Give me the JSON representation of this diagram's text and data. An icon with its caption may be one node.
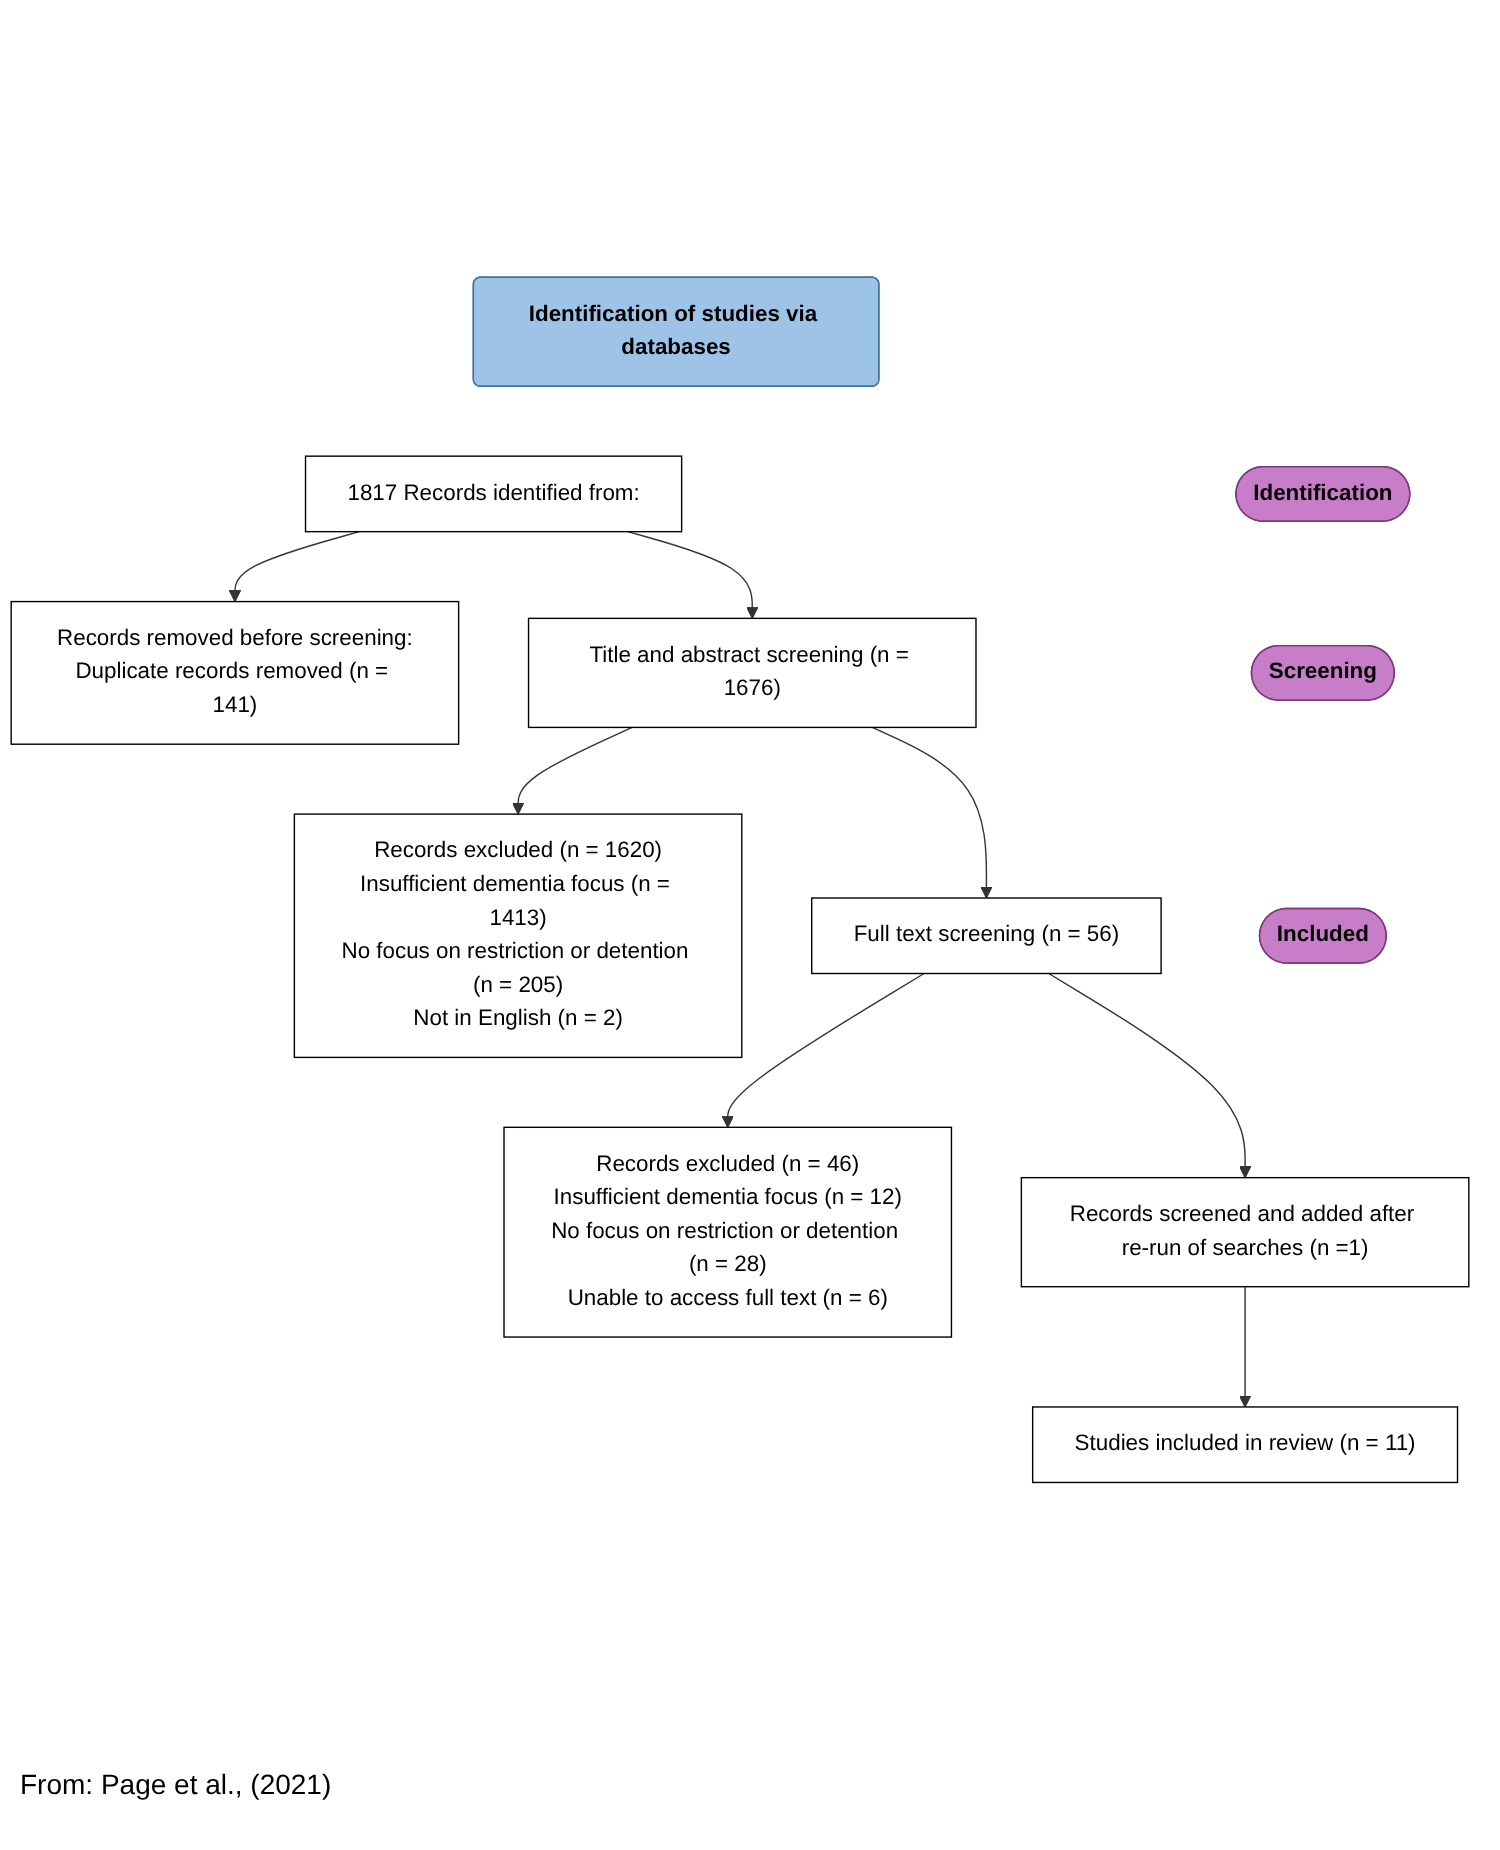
{
  "diagram": {
    "caption": "From: Page et al., (2021)",
    "nodes": [
      {
        "text": [
          "Identification of studies via databases"
        ]
      },
      {
        "text": [
          "Identification"
        ]
      },
      {
        "text": [
          "1817 Records identified from:"
        ]
      },
      {
        "text": [
          "Records removed before screening:",
          "Duplicate records removed (n = 141)"
        ]
      },
      {
        "text": [
          "Screening"
        ]
      },
      {
        "text": [
          "Title and abstract screening (n = 1676)"
        ]
      },
      {
        "text": [
          "Records excluded (n = 1620)",
          "Insufficient dementia focus (n = 1413)",
          "No focus on restriction or detention (n = 205)",
          "Not in English (n = 2)"
        ]
      },
      {
        "text": [
          "Full text screening (n = 56)"
        ]
      },
      {
        "text": [
          "Records excluded (n = 46)",
          "Insufficient dementia focus (n = 12)",
          "No focus on restriction or detention (n = 28)",
          "Unable to access full text (n = 6)"
        ]
      },
      {
        "text": [
          "Records screened and added after re-run of searches (n =1)"
        ]
      },
      {
        "text": [
          "Included"
        ]
      },
      {
        "text": [
          "Studies included in review (n = 11)"
        ]
      }
    ],
    "edges": [
      {
        "from": 2,
        "to": 3,
        "arrow": "to"
      },
      {
        "from": 2,
        "to": 5,
        "arrow": "to"
      },
      {
        "from": 5,
        "to": 6,
        "arrow": "to"
      },
      {
        "from": 5,
        "to": 7,
        "arrow": "to"
      },
      {
        "from": 7,
        "to": 8,
        "arrow": "to"
      },
      {
        "from": 7,
        "to": 9,
        "arrow": "to"
      },
      {
        "from": 9,
        "to": 11,
        "arrow": "to"
      }
    ]
  }
}
